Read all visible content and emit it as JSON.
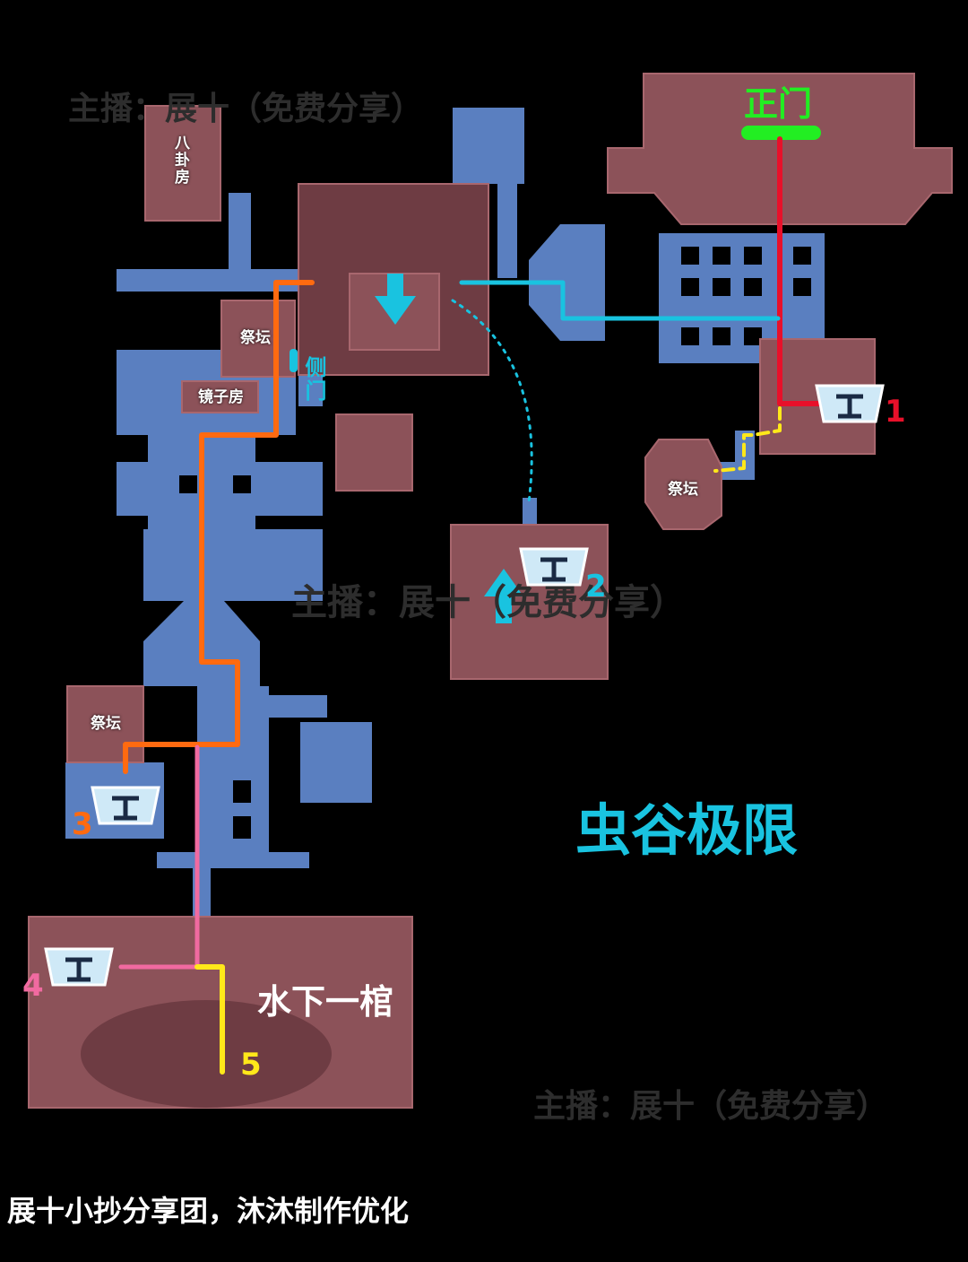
{
  "labels": {
    "main_gate": "正门",
    "side_gate": "侧门",
    "bagua_room": "八卦房",
    "altar_top": "祭坛",
    "mirror_room": "镜子房",
    "altar_right": "祭坛",
    "altar_bottom": "祭坛",
    "region_title": "虫谷极限",
    "underwater_coffin": "水下一棺"
  },
  "watermarks": {
    "top": "主播：展十（免费分享）",
    "middle": "主播：展十（免费分享）",
    "bottom": "主播：展十（免费分享）"
  },
  "chests": [
    {
      "number": "1",
      "color": "#e8102a"
    },
    {
      "number": "2",
      "color": "#19c3e0"
    },
    {
      "number": "3",
      "color": "#ff6a10"
    },
    {
      "number": "4",
      "color": "#f06aa0"
    },
    {
      "number": "5",
      "color": "#ffe81a"
    }
  ],
  "credit": "展十小抄分享团，沐沐制作优化",
  "colors": {
    "background": "#000000",
    "room": "#8c5259",
    "corridor": "#5a7fc0",
    "route_red": "#e8102a",
    "route_cyan": "#19c3e0",
    "route_orange": "#ff6a10",
    "route_pink": "#f06aa0",
    "route_yellow": "#ffe81a",
    "route_green": "#22ee22",
    "title": "#19c3e0"
  }
}
